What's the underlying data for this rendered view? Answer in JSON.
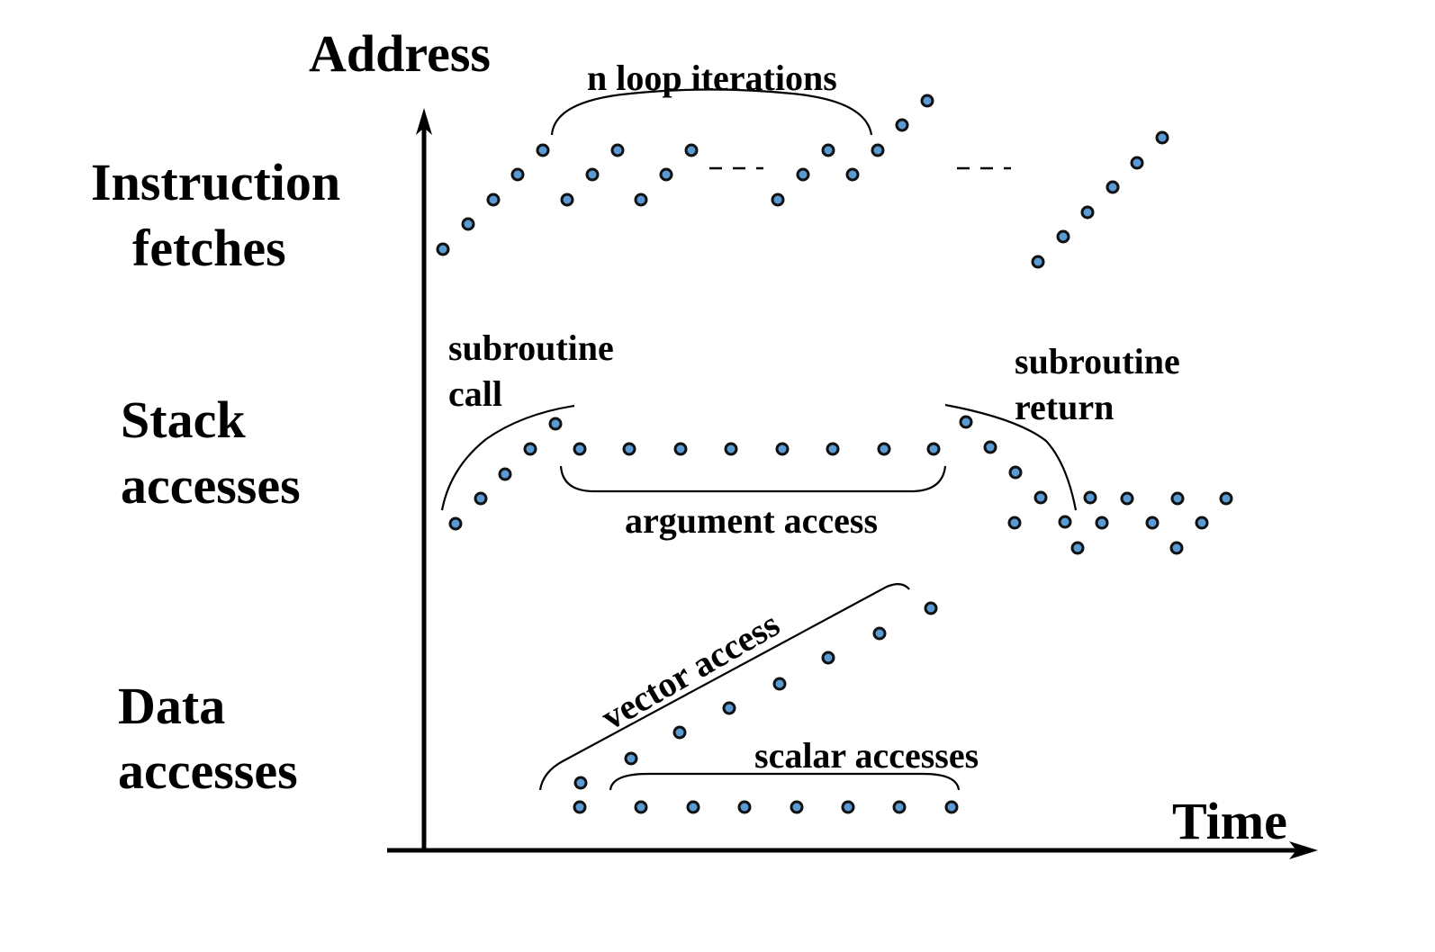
{
  "axes": {
    "y_label": "Address",
    "x_label": "Time"
  },
  "categories": {
    "instruction": [
      "Instruction",
      "fetches"
    ],
    "stack": [
      "Stack",
      "accesses"
    ],
    "data": [
      "Data",
      "accesses"
    ]
  },
  "annotations": {
    "loop": "n loop iterations",
    "call": [
      "subroutine",
      "call"
    ],
    "ret": [
      "subroutine",
      "return"
    ],
    "argument": "argument access",
    "vector": "vector access",
    "scalar": "scalar accesses"
  },
  "colors": {
    "dot_fill": "#5b9bd5",
    "dot_stroke": "#111111",
    "ink": "#000000"
  },
  "icons": {
    "y_arrow": "arrow-up-icon",
    "x_arrow": "arrow-right-icon"
  }
}
